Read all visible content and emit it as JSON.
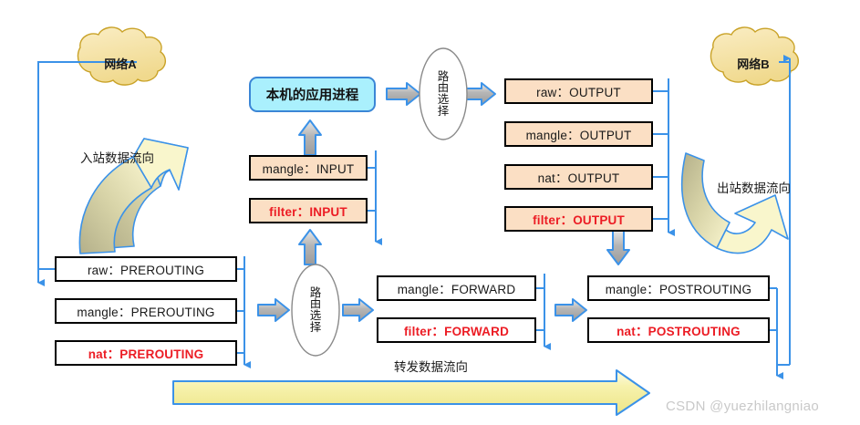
{
  "diagram": {
    "title": "iptables netfilter packet flow",
    "watermark": "CSDN @yuezhilangniao",
    "colors": {
      "peach_fill": "#fbdfc4",
      "white_fill": "#ffffff",
      "box_border": "#000000",
      "red_text": "#ec1c24",
      "blue_line": "#3b92e8",
      "cloud_fill": "#f5dfa3",
      "cloud_border": "#c9a227",
      "app_fill": "#aaf0fd",
      "app_border": "#3b86d6",
      "block_arrow_fill": "#b7b7b7",
      "block_arrow_border": "#3b92e8",
      "flow_arrow_fill": "#f6f2c0",
      "flow_arrow_tail": "#bdb98a",
      "big_arrow_fill": "#f5f0a8",
      "watermark_color": "#c9c9c9"
    }
  },
  "clouds": [
    {
      "id": "network-a",
      "label": "网络A"
    },
    {
      "id": "network-b",
      "label": "网络B"
    }
  ],
  "app_process": {
    "label": "本机的应用进程"
  },
  "routing_ellipses": [
    {
      "id": "routing-top",
      "chars": [
        "路",
        "由",
        "选",
        "择"
      ]
    },
    {
      "id": "routing-bottom",
      "chars": [
        "路",
        "由",
        "选",
        "择"
      ]
    }
  ],
  "chains": {
    "prerouting": [
      {
        "label": "raw：PREROUTING",
        "table": "raw",
        "style": "white",
        "red": false
      },
      {
        "label": "mangle：PREROUTING",
        "table": "mangle",
        "style": "white",
        "red": false
      },
      {
        "label": "nat：PREROUTING",
        "table": "nat",
        "style": "white",
        "red": true
      }
    ],
    "input": [
      {
        "label": "mangle：INPUT",
        "table": "mangle",
        "style": "peach",
        "red": false
      },
      {
        "label": "filter：INPUT",
        "table": "filter",
        "style": "peach",
        "red": true
      }
    ],
    "output": [
      {
        "label": "raw：OUTPUT",
        "table": "raw",
        "style": "peach",
        "red": false
      },
      {
        "label": "mangle：OUTPUT",
        "table": "mangle",
        "style": "peach",
        "red": false
      },
      {
        "label": "nat：OUTPUT",
        "table": "nat",
        "style": "peach",
        "red": false
      },
      {
        "label": "filter：OUTPUT",
        "table": "filter",
        "style": "peach",
        "red": true
      }
    ],
    "forward": [
      {
        "label": "mangle：FORWARD",
        "table": "mangle",
        "style": "white",
        "red": false
      },
      {
        "label": "filter：FORWARD",
        "table": "filter",
        "style": "white",
        "red": true
      }
    ],
    "postrouting": [
      {
        "label": "mangle：POSTROUTING",
        "table": "mangle",
        "style": "white",
        "red": false
      },
      {
        "label": "nat：POSTROUTING",
        "table": "nat",
        "style": "white",
        "red": true
      }
    ]
  },
  "captions": {
    "inbound": "入站数据流向",
    "outbound": "出站数据流向",
    "forward": "转发数据流向"
  }
}
